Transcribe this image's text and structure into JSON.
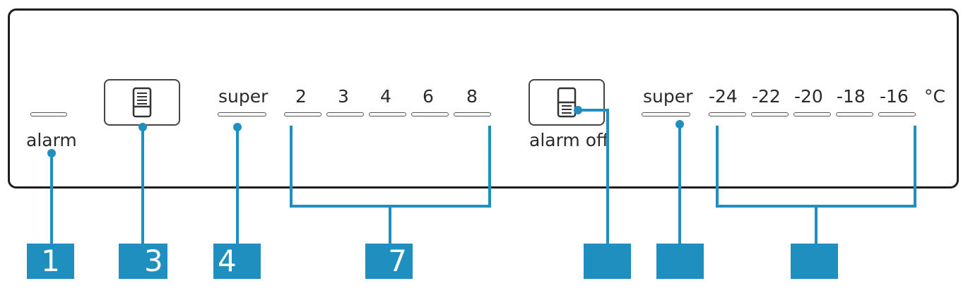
{
  "panel": {
    "alarm_label": "alarm",
    "fridge_super_label": "super",
    "fridge_temps": [
      "2",
      "3",
      "4",
      "6",
      "8"
    ],
    "alarm_off_label": "alarm off",
    "freezer_super_label": "super",
    "freezer_temps": [
      "-24",
      "-22",
      "-20",
      "-18",
      "-16"
    ],
    "unit": "°C"
  },
  "callouts": {
    "alarm_indicator": "1",
    "fridge_button_left": "",
    "fridge_button_right": "3",
    "fridge_super": "4",
    "fridge_temperatures": "7",
    "alarm_off_button": "",
    "freezer_super": "",
    "freezer_temperatures": ""
  },
  "colors": {
    "accent": "#1f8fc0",
    "frame": "#1e1e1e"
  },
  "icons": [
    "fridge-button-icon",
    "freezer-button-icon"
  ]
}
